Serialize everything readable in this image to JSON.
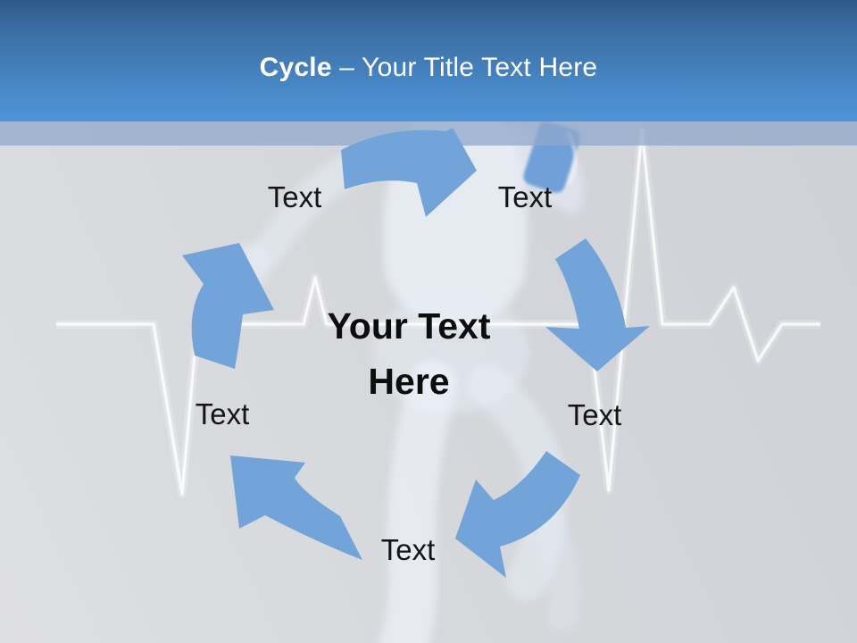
{
  "title": {
    "emphasis": "Cycle",
    "separator": " – ",
    "text": "Your Title Text Here"
  },
  "center": {
    "line1": "Your Text",
    "line2": "Here"
  },
  "labels": {
    "top_left": "Text",
    "top_right": "Text",
    "right": "Text",
    "bottom": "Text",
    "left": "Text"
  },
  "diagram": {
    "type": "cycle",
    "direction": "clockwise",
    "arrow_count": 5,
    "arrows": [
      {
        "id": "top",
        "points": "right"
      },
      {
        "id": "right",
        "points": "down"
      },
      {
        "id": "bottom-right",
        "points": "down-left"
      },
      {
        "id": "bottom-left",
        "points": "up-left"
      },
      {
        "id": "left",
        "points": "up"
      }
    ]
  },
  "background": {
    "motifs": [
      "running-figure",
      "ekg-heartbeat-line"
    ]
  },
  "colors": {
    "header_top": "#2c5884",
    "header_bottom": "#4f93d7",
    "accent_band": "#8fa8cc",
    "body_background": "#d5d7db",
    "arrow_fill": "#72a4d9",
    "ekg_line": "#ffffff",
    "title_text": "#ffffff",
    "label_text": "#141414"
  }
}
